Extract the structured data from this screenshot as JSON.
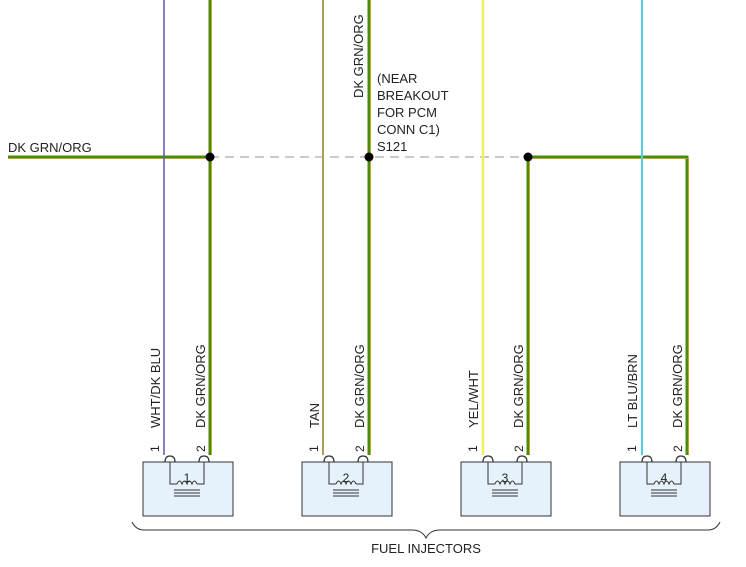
{
  "main_wire_label": "DK GRN/ORG",
  "top_wire_label": "DK GRN/ORG",
  "splice": {
    "note_lines": [
      "(NEAR",
      "BREAKOUT",
      "FOR PCM",
      "CONN C1)"
    ],
    "id": "S121"
  },
  "injectors": [
    {
      "number": "1",
      "pin1_label": "1",
      "pin2_label": "2",
      "wire1_label": "WHT/DK BLU",
      "wire2_label": "DK GRN/ORG"
    },
    {
      "number": "2",
      "pin1_label": "1",
      "pin2_label": "2",
      "wire1_label": "TAN",
      "wire2_label": "DK GRN/ORG"
    },
    {
      "number": "3",
      "pin1_label": "1",
      "pin2_label": "2",
      "wire1_label": "YEL/WHT",
      "wire2_label": "DK GRN/ORG"
    },
    {
      "number": "4",
      "pin1_label": "1",
      "pin2_label": "2",
      "wire1_label": "LT BLU/BRN",
      "wire2_label": "DK GRN/ORG"
    }
  ],
  "group_label": "FUEL INJECTORS",
  "colors": {
    "dk_grn_org": "#4a8a10",
    "dk_grn_org_edge": "#c9a200",
    "wht_dk_blu": "#5a5ab0",
    "tan": "#a8a058",
    "yel_wht": "#f0f05a",
    "lt_blu_brn": "#4fd0e0",
    "component_fill": "#e6f2fb",
    "splice_dash": "#aaaaaa"
  }
}
